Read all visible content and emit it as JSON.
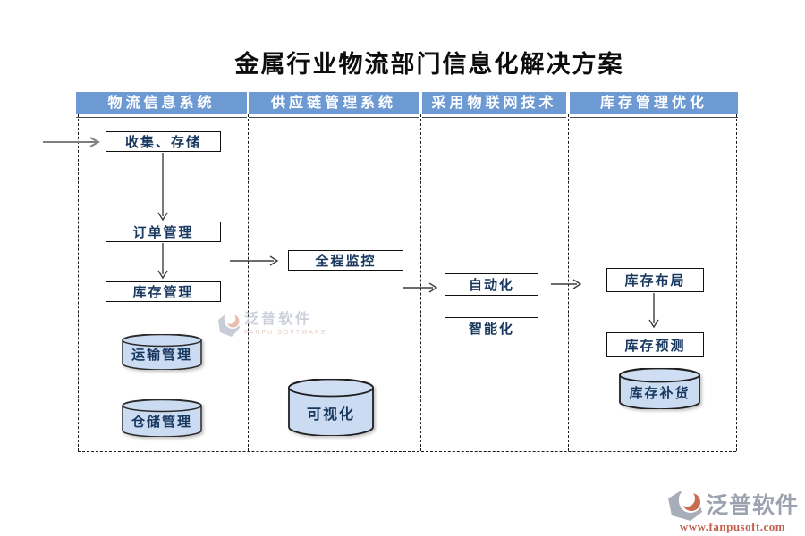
{
  "title": "金属行业物流部门信息化解决方案",
  "columns": [
    {
      "header": "物流信息系统",
      "boxes": [
        "收集、存储",
        "订单管理",
        "库存管理"
      ],
      "cylinders": [
        "运输管理",
        "仓储管理"
      ]
    },
    {
      "header": "供应链管理系统",
      "boxes": [
        "全程监控"
      ],
      "cylinders": [
        "可视化"
      ]
    },
    {
      "header": "采用物联网技术",
      "boxes": [
        "自动化",
        "智能化"
      ],
      "cylinders": []
    },
    {
      "header": "库存管理优化",
      "boxes": [
        "库存布局",
        "库存预测"
      ],
      "cylinders": [
        "库存补货"
      ]
    }
  ],
  "watermark": {
    "brand": "泛普软件",
    "caption": "FANPU SOFTWARE"
  },
  "footer": {
    "brand": "泛普软件",
    "url": "www.fanpusoft.com"
  },
  "colors": {
    "header_bg": "#6E9AD4",
    "node_text": "#17375E",
    "cylinder_fill": "#CBDBF2",
    "arrow": "#3d3d3d",
    "entry_arrow": "#7f7f7f",
    "footer_brand_gray": "#9CA2AF",
    "footer_url_red": "#C4604E"
  }
}
